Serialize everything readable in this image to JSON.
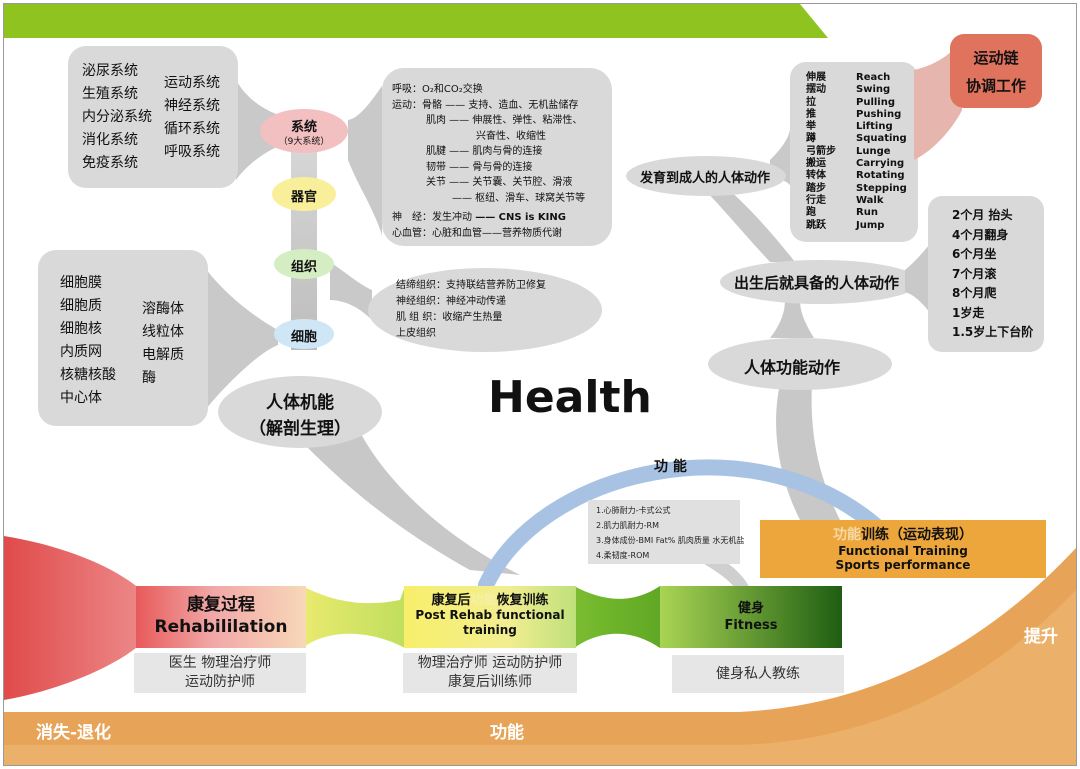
{
  "center_title": "Health",
  "systems_box": {
    "col1": [
      "泌尿系统",
      "生殖系统",
      "内分泌系统",
      "消化系统",
      "免疫系统"
    ],
    "col2": [
      "运动系统",
      "神经系统",
      "循环系统",
      "呼吸系统"
    ]
  },
  "hierarchy": {
    "system": "系统",
    "system_sub": "（9大系统）",
    "organ": "器官",
    "tissue": "组织",
    "cell": "细胞"
  },
  "system_detail": {
    "respiration": "呼吸：O₂和CO₂交换",
    "motion": "运动：骨骼 —— 支持、造血、无机盐储存",
    "muscle": "肌肉 —— 伸展性、弹性、粘滞性、",
    "muscle_cont": "兴奋性、收缩性",
    "tendon": "肌腱 —— 肌肉与骨的连接",
    "ligament": "韧带 —— 骨与骨的连接",
    "joint": "关节 —— 关节囊、关节腔、滑液",
    "joint_cont": "—— 枢纽、滑车、球窝关节等",
    "nerve_label": "神　经：发生冲动",
    "nerve_value": "—— CNS is KING",
    "cardio": "心血管：心脏和血管——营养物质代谢"
  },
  "tissue_detail": [
    "结缔组织：支持联结营养防卫修复",
    "神经组织：神经冲动传递",
    "肌 组 织：收缩产生热量",
    "上皮组织"
  ],
  "cell_box": {
    "col1": [
      "细胞膜",
      "细胞质",
      "细胞核",
      "内质网",
      "核糖核酸",
      "中心体"
    ],
    "col2": [
      "溶酶体",
      "线粒体",
      "电解质",
      "酶"
    ]
  },
  "human_function": {
    "line1": "人体机能",
    "line2": "（解剖生理）"
  },
  "movements": [
    {
      "cn": "伸展",
      "en": "Reach"
    },
    {
      "cn": "摆动",
      "en": "Swing"
    },
    {
      "cn": "拉",
      "en": "Pulling"
    },
    {
      "cn": "推",
      "en": "Pushing"
    },
    {
      "cn": "举",
      "en": "Lifting"
    },
    {
      "cn": "蹲",
      "en": "Squating"
    },
    {
      "cn": "弓箭步",
      "en": "Lunge"
    },
    {
      "cn": "搬运",
      "en": "Carrying"
    },
    {
      "cn": "转体",
      "en": "Rotating"
    },
    {
      "cn": "踏步",
      "en": "Stepping"
    },
    {
      "cn": "行走",
      "en": "Walk"
    },
    {
      "cn": "跑",
      "en": "Run"
    },
    {
      "cn": "跳跃",
      "en": "Jump"
    }
  ],
  "kinetic_chain": {
    "line1": "运动链",
    "line2": "协调工作"
  },
  "dev_label": "发育到成人的人体动作",
  "birth_label": "出生后就具备的人体动作",
  "milestones": [
    "2个月 抬头",
    "4个月翻身",
    "6个月坐",
    "7个月滚",
    "8个月爬",
    "1岁走",
    "1.5岁上下台阶"
  ],
  "body_function": "人体功能动作",
  "arc_label": "功 能",
  "fitness_tests": [
    "1.心肺耐力-卡式公式",
    "2.肌力肌耐力-RM",
    "3.身体成份-BMI Fat% 肌肉质量 水无机盐",
    "4.柔韧度-ROM"
  ],
  "functional_training": {
    "hl": "功能",
    "cn": "训练（运动表现）",
    "en1": "Functional Training",
    "en2": "Sports performance"
  },
  "rehab": {
    "cn": "康复过程",
    "en": "Rehabililation"
  },
  "post_rehab": {
    "cn1": "康复后",
    "hl": "功能",
    "cn2": "恢复训练",
    "en1": "Post Rehab functional",
    "en2": "training"
  },
  "fitness": {
    "cn": "健身",
    "en": "Fitness"
  },
  "roles": {
    "rehab": [
      "医生 物理治疗师",
      "运动防护师"
    ],
    "post": [
      "物理治疗师 运动防护师",
      "康复后训练师"
    ],
    "fitness": [
      "健身私人教练"
    ]
  },
  "axis": {
    "left": "消失-退化",
    "center": "功能",
    "right": "提升"
  },
  "colors": {
    "green": "#8fc31f",
    "red": "#e04a4a",
    "orange": "#e8a13a",
    "blue": "#9ab8de",
    "salmon": "#e0735e",
    "gray": "#d9d9d9"
  }
}
